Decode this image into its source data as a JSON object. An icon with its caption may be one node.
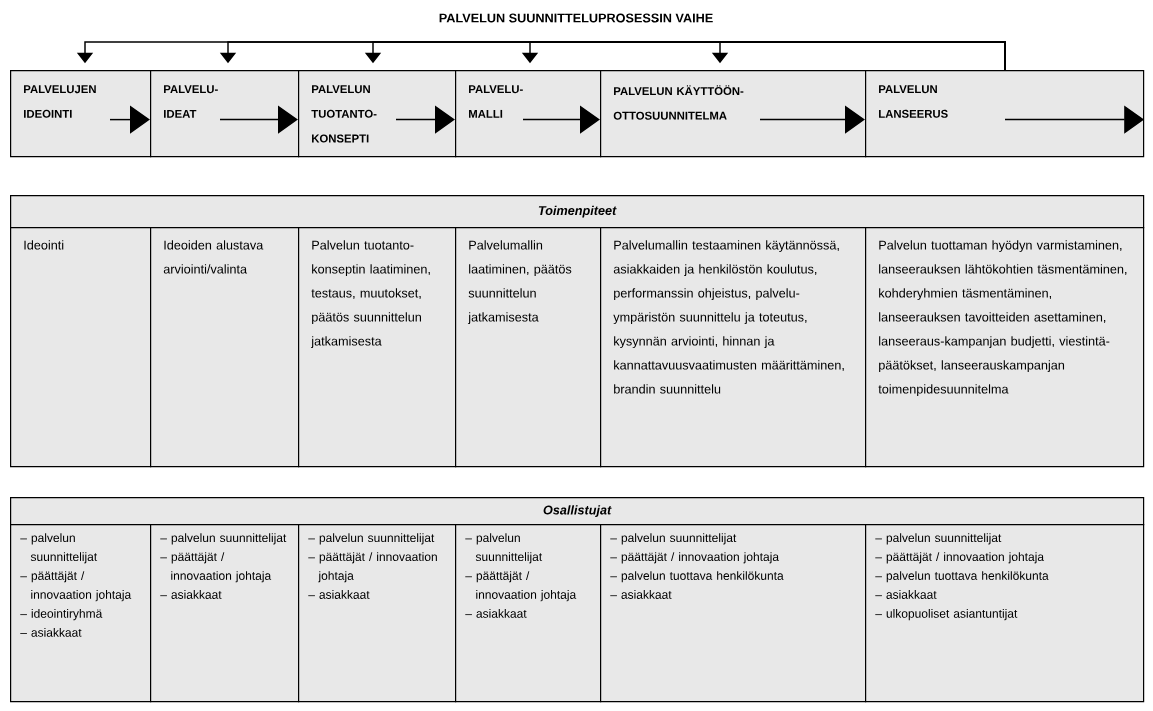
{
  "diagram": {
    "title": "PALVELUN SUUNNITTELUPROSESSIN VAIHE",
    "nodes": [
      {
        "text": [
          "PALVELUJEN IDEOINTI"
        ]
      },
      {
        "text": [
          "PALVELU-IDEAT"
        ]
      },
      {
        "text": [
          "PALVELUN TUOTANTO-KONSEPTI"
        ]
      },
      {
        "text": [
          "PALVELU-MALLI"
        ]
      },
      {
        "text": [
          "PALVELUN KÄYTTÖÖN-OTTOSUUNNITELMA"
        ]
      },
      {
        "text": [
          "PALVELUN LANSEERUS"
        ]
      },
      {
        "text": [
          "Toimenpiteet"
        ]
      },
      {
        "text": [
          "Ideointi"
        ]
      },
      {
        "text": [
          "Ideoiden alustava arviointi/valinta"
        ]
      },
      {
        "text": [
          "Palvelun tuotanto-konseptin laatiminen, testaus, muutokset, päätös suunnittelun jatkamisesta"
        ]
      },
      {
        "text": [
          "Palvelumallin laatiminen, päätös suunnittelun jatkamisesta"
        ]
      },
      {
        "text": [
          "Palvelumallin testaaminen käytännössä, asiakkaiden ja henkilöstön koulutus, performanssin ohjeistus, palvelu-ympäristön suunnittelu ja toteutus, kysynnän arviointi, hinnan ja kannattavuusvaatimusten määrittäminen, brandin suunnittelu"
        ]
      },
      {
        "text": [
          "Palvelun tuottaman hyödyn varmistaminen, lanseerauksen lähtökohtien täsmentäminen, kohderyhmien täsmentäminen, lanseerauksen tavoitteiden asettaminen, lanseeraus-kampanjan budjetti, viestintä-päätökset, lanseerauskampanjan toimenpidesuunnitelma"
        ]
      },
      {
        "text": [
          "Osallistujat"
        ]
      },
      {
        "text": [
          "– palvelun suunnittelijat",
          "– päättäjät / innovaation johtaja",
          "– ideointiryhmä",
          "– asiakkaat"
        ]
      },
      {
        "text": [
          "– palvelun suunnittelijat",
          "– päättäjät / innovaation johtaja",
          "– asiakkaat"
        ]
      },
      {
        "text": [
          "– palvelun suunnittelijat",
          "– päättäjät / innovaation johtaja",
          "– asiakkaat"
        ]
      },
      {
        "text": [
          "– palvelun suunnittelijat",
          "– päättäjät / innovaation johtaja",
          "– asiakkaat"
        ]
      },
      {
        "text": [
          "– palvelun suunnittelijat",
          "– päättäjät / innovaation johtaja",
          "– palvelun tuottava henkilökunta",
          "– asiakkaat"
        ]
      },
      {
        "text": [
          "– palvelun suunnittelijat",
          "– päättäjät / innovaation johtaja",
          "– palvelun tuottava henkilökunta",
          "– asiakkaat",
          "– ulkopuoliset asiantuntijat"
        ]
      }
    ],
    "edges": [
      {
        "from": 0,
        "to": 1,
        "arrow": "to"
      },
      {
        "from": 1,
        "to": 2,
        "arrow": "to"
      },
      {
        "from": 2,
        "to": 3,
        "arrow": "to"
      },
      {
        "from": 3,
        "to": 4,
        "arrow": "to"
      },
      {
        "from": 4,
        "to": 5,
        "arrow": "to"
      },
      {
        "from": 5,
        "to": null,
        "arrow": "to"
      },
      {
        "from": 5,
        "to": 0,
        "arrow": "to"
      },
      {
        "from": 5,
        "to": 1,
        "arrow": "to"
      },
      {
        "from": 5,
        "to": 2,
        "arrow": "to"
      },
      {
        "from": 5,
        "to": 3,
        "arrow": "to"
      },
      {
        "from": 5,
        "to": 4,
        "arrow": "to"
      }
    ]
  }
}
